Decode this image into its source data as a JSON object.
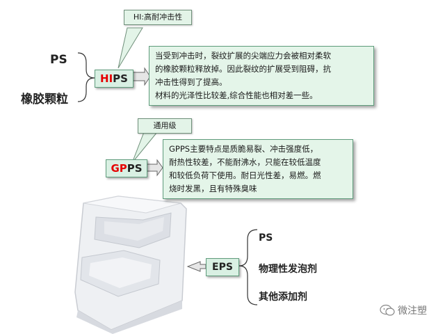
{
  "hips_section": {
    "left_items": [
      "PS",
      "橡胶颗粒"
    ],
    "grade_prefix": "HI",
    "grade_suffix": "PS",
    "callout": "HI:高耐冲击性",
    "description_lines": [
      "当受到冲击时，裂纹扩展的尖端应力会被相对柔软",
      "的橡胶颗粒释放掉。因此裂纹的扩展受到阻碍，抗",
      "冲击性得到了提高。",
      "材料的光泽性比较差,综合性能也相对差一些。"
    ]
  },
  "gpps_section": {
    "grade_prefix": "GP",
    "grade_suffix": "PS",
    "callout": "通用级",
    "description_lines": [
      "GPPS主要特点是质脆易裂、冲击强度低，",
      "耐热性较差，不能耐沸水，只能在较低温度",
      "和较低负荷下使用。耐日光性差，易燃。燃",
      "烧时发黑，且有特殊臭味"
    ]
  },
  "eps_section": {
    "grade": "EPS",
    "items": [
      "PS",
      "物理性发泡剂",
      "其他添加剂"
    ]
  },
  "watermark": {
    "text": "微注塑"
  }
}
